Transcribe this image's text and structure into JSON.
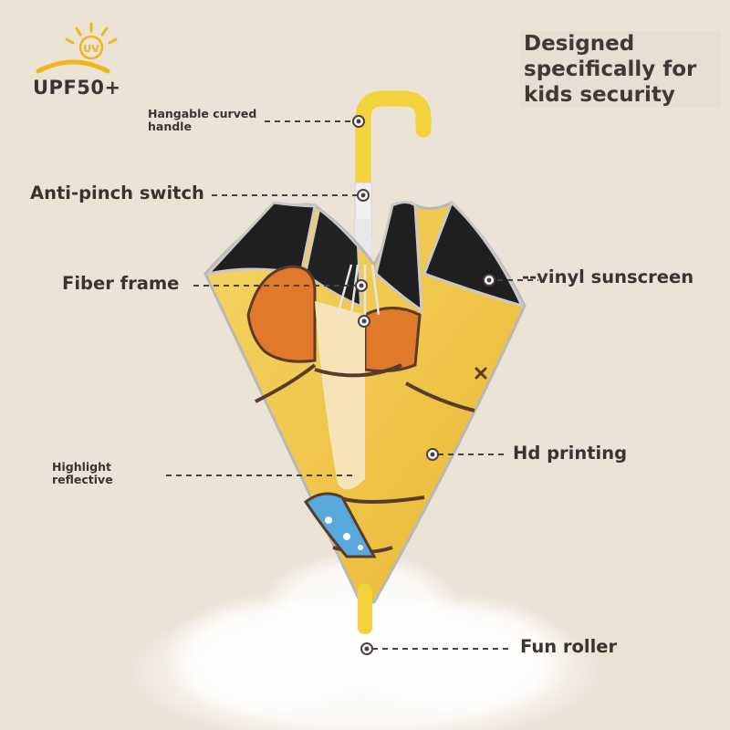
{
  "badge": {
    "text": "UPF50+",
    "icon": "uv-sun-icon",
    "logo_text": "UV"
  },
  "headline": {
    "lines": [
      "Designed",
      "specifically for",
      "kids security"
    ]
  },
  "labels": {
    "handle": [
      "Hangable curved",
      "handle"
    ],
    "anti_pinch": "Anti-pinch switch",
    "fiber_frame": "Fiber frame",
    "vinyl": "--vinyl sunscreen",
    "highlight": [
      "Highlight",
      "reflective"
    ],
    "hd_printing": "Hd printing",
    "roller": "Fun roller"
  },
  "colors": {
    "background": "#ece3d7",
    "umbrella_yellow": "#f2c84a",
    "umbrella_orange": "#e07a2a",
    "lining_black": "#1f1f1f",
    "accent_blue": "#5aa9de",
    "handle_yellow": "#f3d33c",
    "text": "#3a3330"
  }
}
